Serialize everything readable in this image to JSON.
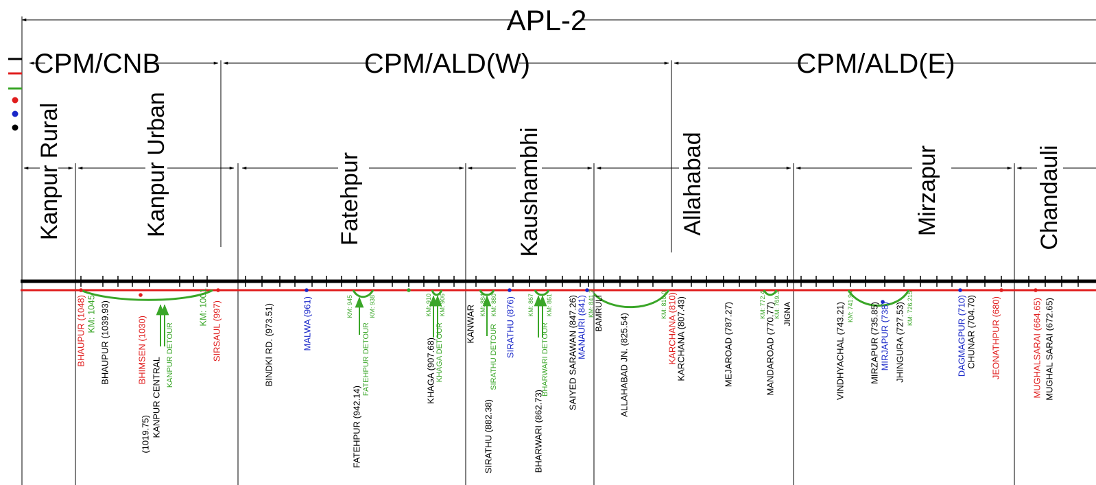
{
  "title": "APL-2",
  "divisions": [
    {
      "id": "cnb",
      "label": "CPM/CNB"
    },
    {
      "id": "aldw",
      "label": "CPM/ALD(W)"
    },
    {
      "id": "alde",
      "label": "CPM/ALD(E)"
    }
  ],
  "districts": [
    {
      "id": "kanpur-rural",
      "label": "Kanpur Rural"
    },
    {
      "id": "kanpur-urban",
      "label": "Kanpur Urban"
    },
    {
      "id": "fatehpur",
      "label": "Fatehpur"
    },
    {
      "id": "kaushambhi",
      "label": "Kaushambhi"
    },
    {
      "id": "allahabad",
      "label": "Allahabad"
    },
    {
      "id": "mirzapur",
      "label": "Mirzapur"
    },
    {
      "id": "chandauli",
      "label": "Chandauli"
    }
  ],
  "legend": {
    "colors": {
      "black": "#000000",
      "red": "#e01e1e",
      "green": "#3aa628",
      "blue": "#1a28c8"
    },
    "items": [
      {
        "id": "black-line",
        "kind": "line",
        "color": "#000000"
      },
      {
        "id": "red-line",
        "kind": "line",
        "color": "#e01e1e"
      },
      {
        "id": "green-line",
        "kind": "line",
        "color": "#3aa628"
      },
      {
        "id": "red-dot",
        "kind": "dot",
        "color": "#e01e1e"
      },
      {
        "id": "blue-dot",
        "kind": "dot",
        "color": "#1a28c8"
      },
      {
        "id": "black-dot",
        "kind": "dot",
        "color": "#000000"
      }
    ]
  },
  "station_labels": [
    {
      "text": "BHAUPUR (1048)",
      "color": "red"
    },
    {
      "text": "KM: 1045",
      "color": "green"
    },
    {
      "text": "BHAUPUR (1039.93)",
      "color": "black"
    },
    {
      "text": "(1019.75)",
      "color": "black"
    },
    {
      "text": "BHIMSEN (1030)",
      "color": "red"
    },
    {
      "text": "KANPUR CENTRAL",
      "color": "black"
    },
    {
      "text": "KANPUR DETOUR",
      "color": "green"
    },
    {
      "text": "KM: 1001",
      "color": "green"
    },
    {
      "text": "SIRSAUL (997)",
      "color": "red"
    },
    {
      "text": "BINDKI RD. (973.51)",
      "color": "black"
    },
    {
      "text": "MALWA (961)",
      "color": "blue"
    },
    {
      "text": "KM: 945",
      "color": "green"
    },
    {
      "text": "KM: 938",
      "color": "green"
    },
    {
      "text": "FATEHPUR (942.14)",
      "color": "black"
    },
    {
      "text": "FATEHPUR DETOUR",
      "color": "green"
    },
    {
      "text": "KM: 910",
      "color": "green"
    },
    {
      "text": "KM: 906",
      "color": "green"
    },
    {
      "text": "KHAGA (907.68)",
      "color": "black"
    },
    {
      "text": "KHAGA DETOUR",
      "color": "green"
    },
    {
      "text": "KANWAR",
      "color": "black"
    },
    {
      "text": "KM: 884",
      "color": "green"
    },
    {
      "text": "KM: 880",
      "color": "green"
    },
    {
      "text": "SIRATHU (882.38)",
      "color": "black"
    },
    {
      "text": "SIRATHU DETOUR",
      "color": "green"
    },
    {
      "text": "SIRATHU (876)",
      "color": "blue"
    },
    {
      "text": "KM: 867",
      "color": "green"
    },
    {
      "text": "KM: 861",
      "color": "green"
    },
    {
      "text": "BHARWARI (862.73)",
      "color": "black"
    },
    {
      "text": "BHARWARI DETOUR",
      "color": "green"
    },
    {
      "text": "SAIYED SARAWAN (847.26)",
      "color": "black"
    },
    {
      "text": "MANAURI (841)",
      "color": "blue"
    },
    {
      "text": "KM: 841.2",
      "color": "green"
    },
    {
      "text": "BAMRULI",
      "color": "black"
    },
    {
      "text": "ALLAHABAD JN. (825.54)",
      "color": "black"
    },
    {
      "text": "KM: 810.0",
      "color": "green"
    },
    {
      "text": "KARCHANA (810)",
      "color": "red"
    },
    {
      "text": "KARCHANA (807.43)",
      "color": "black"
    },
    {
      "text": "MEJAROAD (787.27)",
      "color": "black"
    },
    {
      "text": "KM: 772.4",
      "color": "green"
    },
    {
      "text": "KM: 769.3",
      "color": "green"
    },
    {
      "text": "MANDAROAD (770.77)",
      "color": "black"
    },
    {
      "text": "JIGNA",
      "color": "black"
    },
    {
      "text": "VINDHYACHAL (743.21)",
      "color": "black"
    },
    {
      "text": "KM: 741.94",
      "color": "green"
    },
    {
      "text": "MIRZAPUR (735.85)",
      "color": "black"
    },
    {
      "text": "MIRJAPUR (738)",
      "color": "blue"
    },
    {
      "text": "JHINGURA (727.53)",
      "color": "black"
    },
    {
      "text": "KM: 726.215",
      "color": "green"
    },
    {
      "text": "DAGMAGPUR (710)",
      "color": "blue"
    },
    {
      "text": "CHUNAR (704.70)",
      "color": "black"
    },
    {
      "text": "JEONATHPUR (680)",
      "color": "red"
    },
    {
      "text": "MUGHALSARAI (664.65)",
      "color": "red"
    },
    {
      "text": "MUGHAL SARAI (672.65)",
      "color": "black"
    }
  ]
}
